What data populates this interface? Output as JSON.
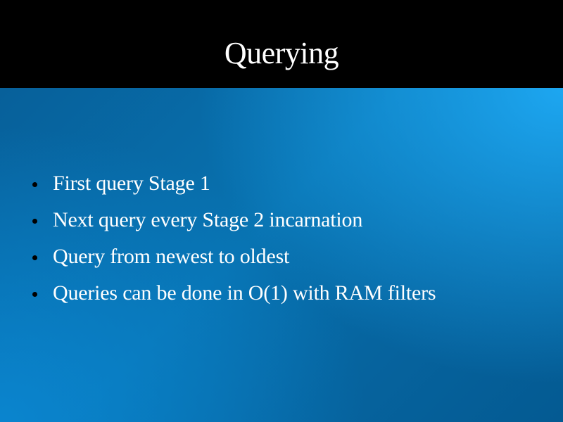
{
  "slide": {
    "title": "Querying",
    "bullets": [
      {
        "text": "First query Stage 1"
      },
      {
        "text": "Next query every Stage 2 incarnation"
      },
      {
        "text": "Query from newest to oldest"
      },
      {
        "text": "Queries can be done in O(1) with RAM filters"
      }
    ]
  },
  "colors": {
    "header_background": "#000000",
    "title_text": "#ffffff",
    "body_gradient_top_left": "#07609a",
    "body_gradient_top_right": "#1aa0ea",
    "body_gradient_bottom_left": "#0781c8",
    "body_gradient_bottom_right": "#045a92",
    "bullet_text": "#ffffff",
    "bullet_dot": "#000000"
  }
}
